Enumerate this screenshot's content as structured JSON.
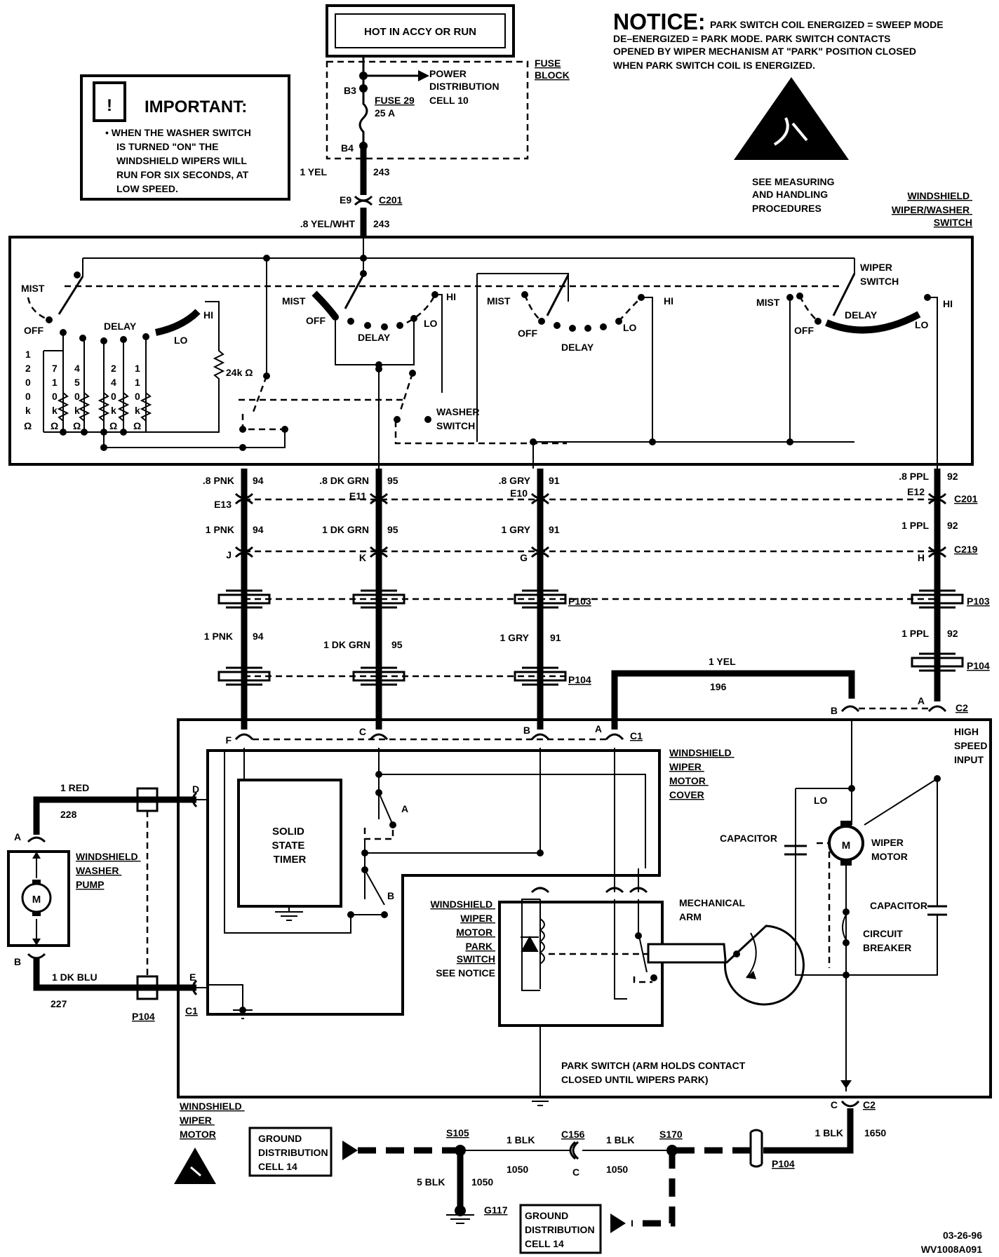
{
  "header": {
    "hot_label": "HOT IN ACCY OR RUN",
    "fuse_block": "FUSE BLOCK",
    "power_dist": [
      "POWER",
      "DISTRIBUTION",
      "CELL 10"
    ],
    "pin_b3": "B3",
    "pin_b4": "B4",
    "fuse_name": "FUSE 29",
    "fuse_rating": "25 A",
    "wire_top": "1 YEL",
    "wire_top_num": "243",
    "pin_e9": "E9",
    "conn_c201": "C201",
    "wire_2": ".8 YEL/WHT",
    "wire_2_num": "243"
  },
  "important": {
    "title": "IMPORTANT:",
    "lines": [
      "• WHEN THE WASHER SWITCH",
      "IS TURNED \"ON\" THE",
      "WINDSHIELD WIPERS WILL",
      "RUN FOR SIX SECONDS, AT",
      "LOW SPEED."
    ]
  },
  "notice": {
    "title": "NOTICE:",
    "lines": [
      "PARK SWITCH COIL ENERGIZED = SWEEP MODE",
      "DE–ENERGIZED = PARK MODE. PARK SWITCH CONTACTS",
      "OPENED BY WIPER MECHANISM AT \"PARK\" POSITION CLOSED",
      "WHEN PARK SWITCH COIL IS ENERGIZED."
    ],
    "esd_lines": [
      "SEE MEASURING",
      "AND HANDLING",
      "PROCEDURES"
    ]
  },
  "switch": {
    "title": [
      "WINDSHIELD",
      "WIPER/WASHER",
      "SWITCH"
    ],
    "wiper_switch": [
      "WIPER",
      "SWITCH"
    ],
    "washer_switch": [
      "WASHER",
      "SWITCH"
    ],
    "mist": "MIST",
    "off": "OFF",
    "delay": "DELAY",
    "hi": "HI",
    "lo": "LO",
    "resistors": [
      "1200kΩ",
      "710kΩ",
      "450kΩ",
      "240kΩ",
      "110kΩ"
    ],
    "res_24k": "24k Ω"
  },
  "wires": {
    "pnk_8": ".8 PNK",
    "pnk_num": "94",
    "e13": "E13",
    "pnk_1": "1 PNK",
    "pin_j": "J",
    "pnk_1b": "1  PNK",
    "grn_8": ".8 DK GRN",
    "grn_num": "95",
    "e11": "E11",
    "grn_1": "1 DK GRN",
    "pin_k": "K",
    "grn_1b": "1  DK  GRN",
    "gry_8": ".8 GRY",
    "gry_num": "91",
    "e10": "E10",
    "gry_1": "1 GRY",
    "pin_g": "G",
    "gry_1b": "1  GRY",
    "ppl_8": ".8 PPL",
    "ppl_num": "92",
    "e12": "E12",
    "c201": "C201",
    "ppl_1": "1 PPL",
    "pin_h": "H",
    "c219": "C219",
    "p103": "P103",
    "p104": "P104",
    "yel": "1 YEL",
    "yel_num": "196"
  },
  "motor": {
    "pins_c1": [
      "F",
      "C",
      "B",
      "A"
    ],
    "c1": "C1",
    "pin_b": "B",
    "pin_a": "A",
    "c2": "C2",
    "high_speed": [
      "HIGH",
      "SPEED",
      "INPUT"
    ],
    "cover": [
      "WINDSHIELD",
      "WIPER",
      "MOTOR",
      "COVER"
    ],
    "timer": [
      "SOLID",
      "STATE",
      "TIMER"
    ],
    "sw_a": "A",
    "sw_b": "B",
    "park_switch": [
      "WINDSHIELD",
      "WIPER",
      "MOTOR",
      "PARK",
      "SWITCH",
      "SEE NOTICE"
    ],
    "mech_arm": [
      "MECHANICAL",
      "ARM"
    ],
    "capacitor": "CAPACITOR",
    "lo": "LO",
    "wiper_motor": [
      "WIPER",
      "MOTOR"
    ],
    "breaker": [
      "CIRCUIT",
      "BREAKER"
    ],
    "park_note": [
      "PARK SWITCH (ARM HOLDS CONTACT",
      "CLOSED UNTIL WIPERS PARK)"
    ],
    "label": [
      "WINDSHIELD",
      "WIPER",
      "MOTOR"
    ],
    "motor_symbol": "M"
  },
  "washer": {
    "red": "1 RED",
    "red_num": "228",
    "pin_d": "D",
    "pin_a": "A",
    "pin_b": "B",
    "pump": [
      "WINDSHIELD",
      "WASHER",
      "PUMP"
    ],
    "blu": "1 DK BLU",
    "blu_num": "227",
    "pin_e": "E",
    "c1": "C1",
    "p104": "P104",
    "pump_symbol": "M"
  },
  "ground": {
    "pin_c": "C",
    "c2": "C2",
    "blk": "1 BLK",
    "blk_num": "1650",
    "gdc": [
      "GROUND",
      "DISTRIBUTION",
      "CELL  14"
    ],
    "s105": "S105",
    "c156": "C156",
    "s170": "S170",
    "c_pin": "C",
    "blk_a": "1  BLK",
    "blk_a_num": "1050",
    "blk_b": "1  BLK",
    "blk_b_num": "1050",
    "blk5": "5  BLK",
    "blk5_num": "1050",
    "g117": "G117",
    "p104": "P104"
  },
  "footer": {
    "date": "03-26-96",
    "code": "WV1008A091"
  }
}
